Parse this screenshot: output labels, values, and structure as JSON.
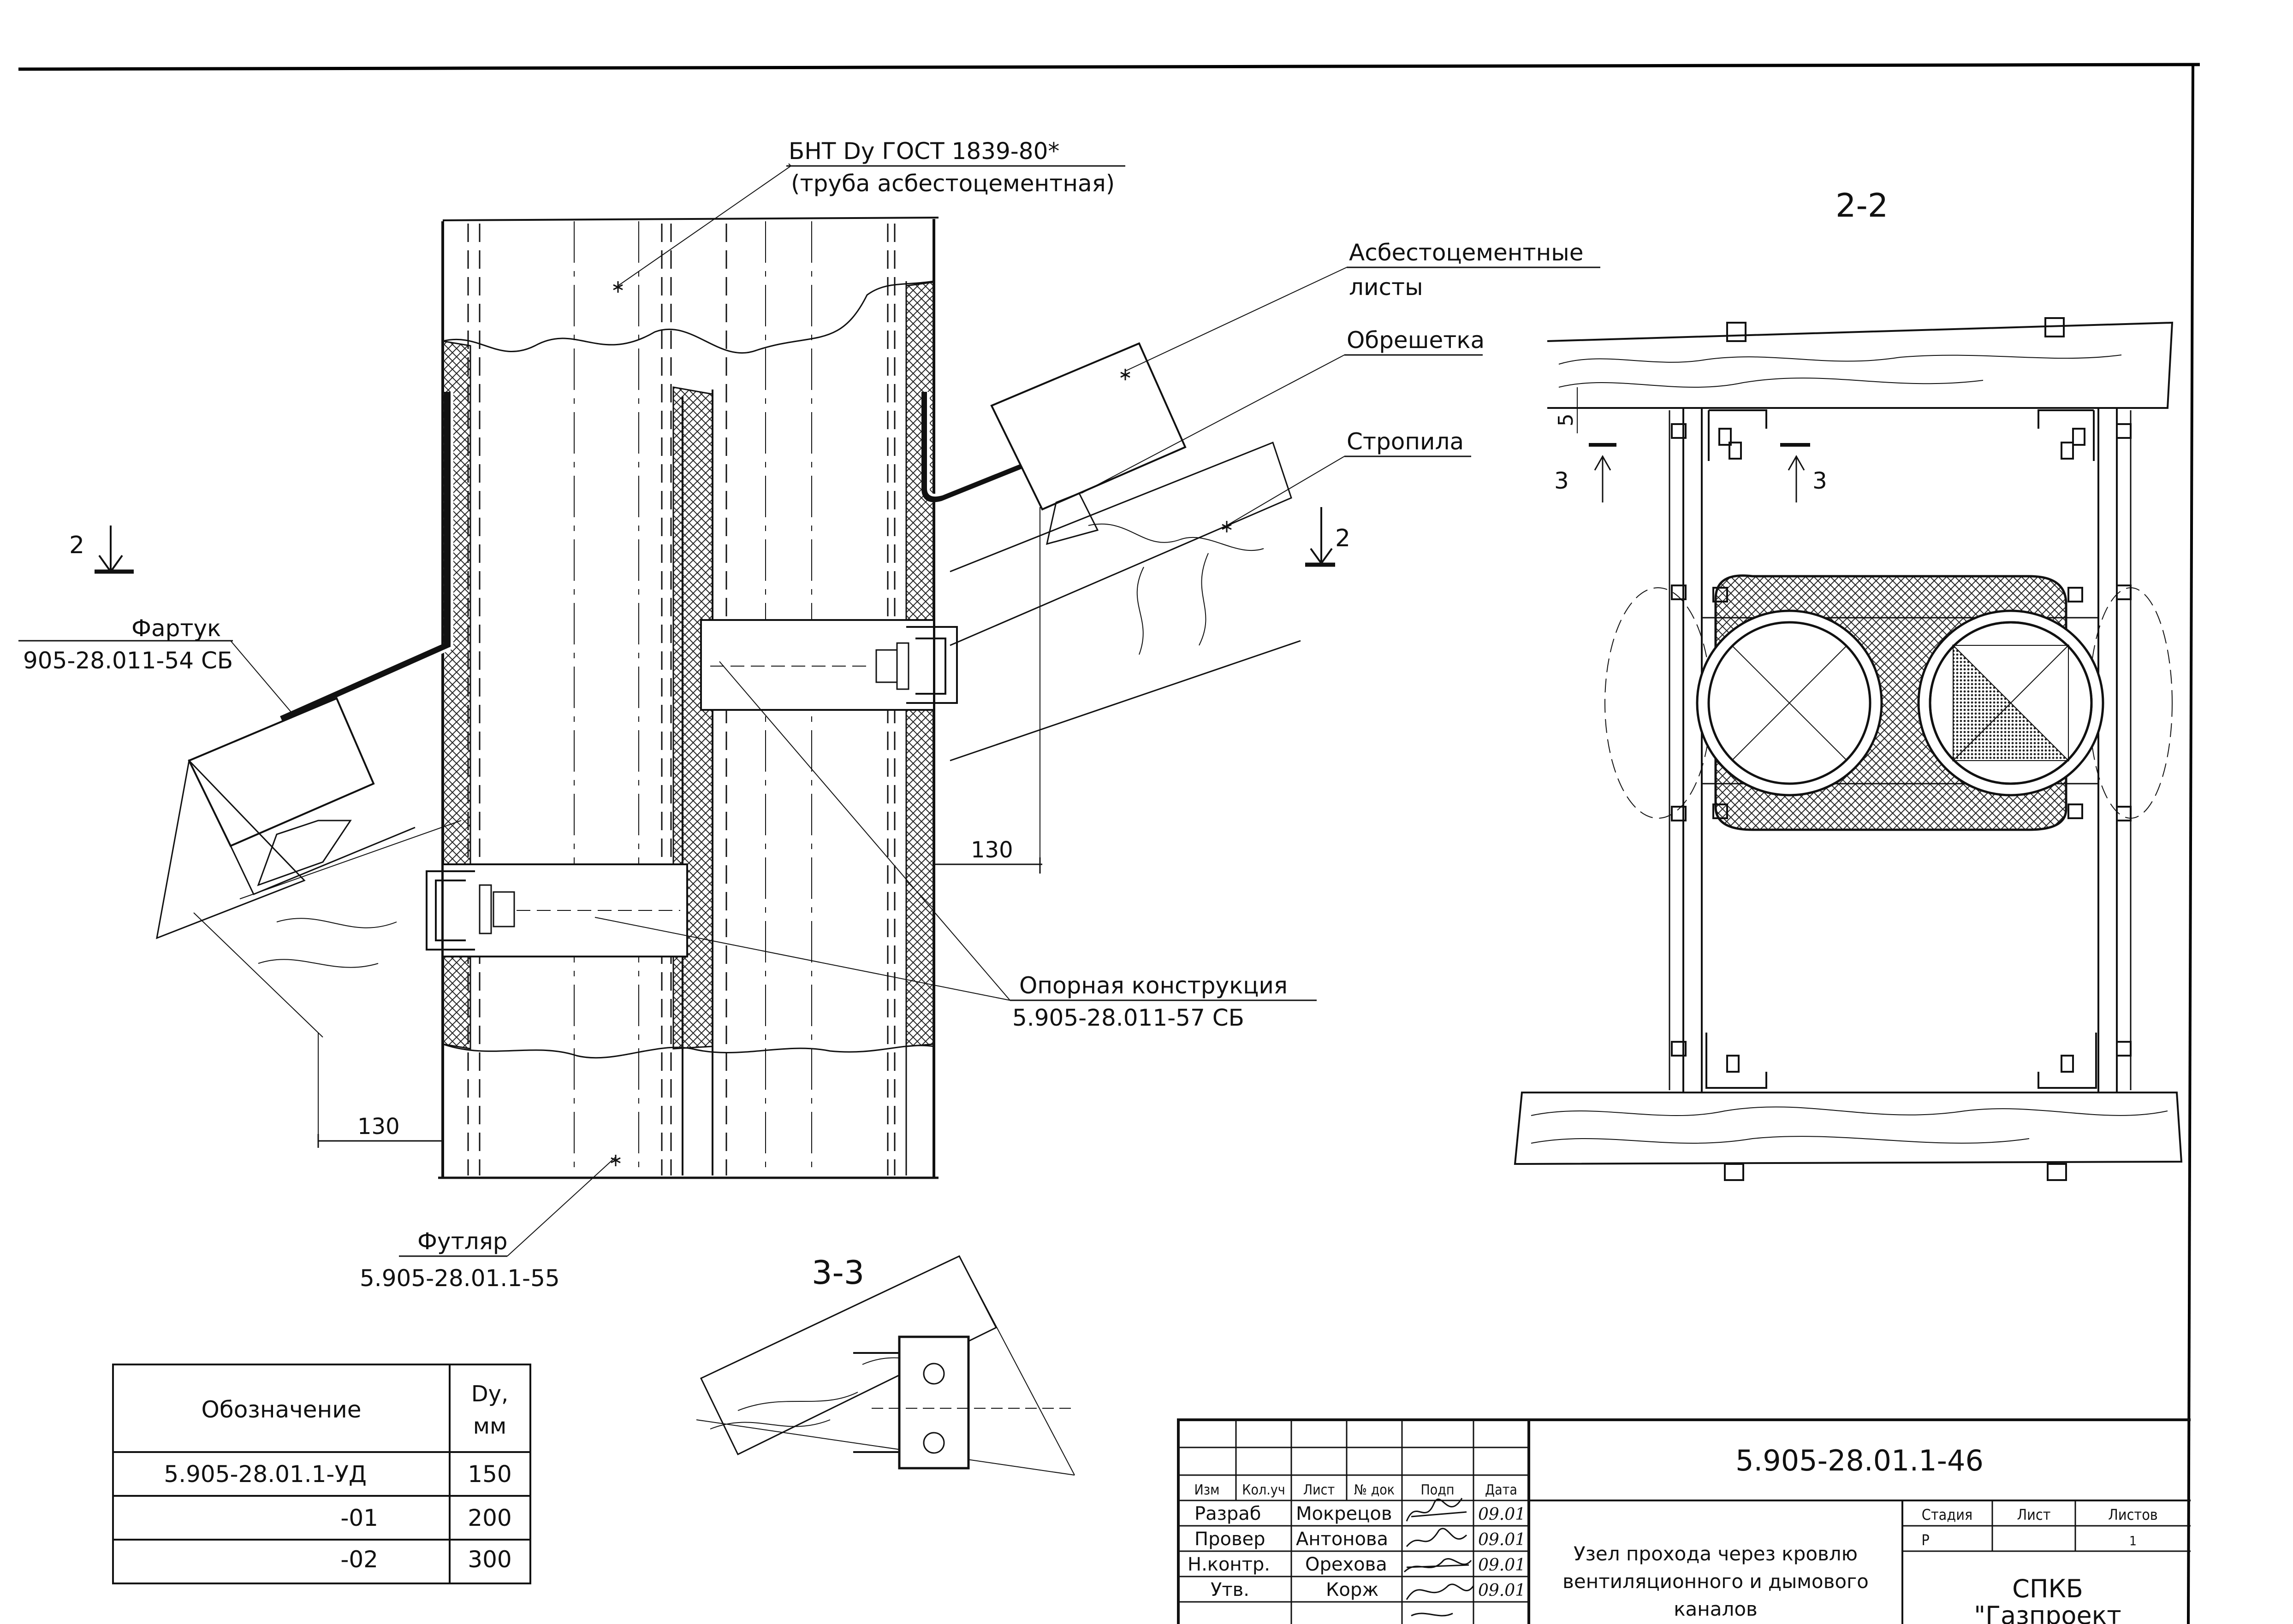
{
  "callouts": {
    "pipe_line1": "БНТ Dy ГОСТ 1839-80*",
    "pipe_line2": "(труба асбестоцементная)",
    "asbestos_line1": "Асбестоцементные",
    "asbestos_line2": "листы",
    "lathing": "Обрешетка",
    "rafter": "Стропила",
    "apron_line1": "Фартук",
    "apron_line2": "905-28.011-54 СБ",
    "support_line1": "Опорная конструкция",
    "support_line2": "5.905-28.011-57 СБ",
    "case_line1": "Футляр",
    "case_line2": "5.905-28.01.1-55"
  },
  "section_marks": {
    "left_arrow": "2",
    "right_arrow": "2",
    "view_2_2": "2-2",
    "view_3_3": "3-3",
    "cut3_left": "3",
    "cut3_right": "3"
  },
  "dimensions": {
    "dim_130_right": "130",
    "dim_130_left": "130",
    "dim_5": "5"
  },
  "spec_table": {
    "header_designation": "Обозначение",
    "header_dy_line1": "Dy,",
    "header_dy_line2": "мм",
    "rows": [
      {
        "designation": "5.905-28.01.1-УД",
        "dy": "150"
      },
      {
        "designation": "-01",
        "dy": "200"
      },
      {
        "designation": "-02",
        "dy": "300"
      }
    ]
  },
  "title_block": {
    "doc_number": "5.905-28.01.1-46",
    "col_headers": [
      "Изм",
      "Кол.уч",
      "Лист",
      "№ док",
      "Подп",
      "Дата"
    ],
    "rows": [
      {
        "role": "Разраб",
        "name": "Мокрецов",
        "date": "09.01"
      },
      {
        "role": "Провер",
        "name": "Антонова",
        "date": "09.01"
      },
      {
        "role": "Н.контр.",
        "name": "Орехова",
        "date": "09.01"
      },
      {
        "role": "Утв.",
        "name": "Корж",
        "date": "09.01"
      }
    ],
    "title_line1": "Узел прохода через кровлю",
    "title_line2": "вентиляционного и дымового",
    "title_line3": "каналов",
    "stage_label": "Стадия",
    "sheet_label": "Лист",
    "sheets_label": "Листов",
    "stage_value": "Р",
    "sheets_value": "1",
    "org_line1": "СПКБ",
    "org_line2": "\"Газпроект"
  }
}
